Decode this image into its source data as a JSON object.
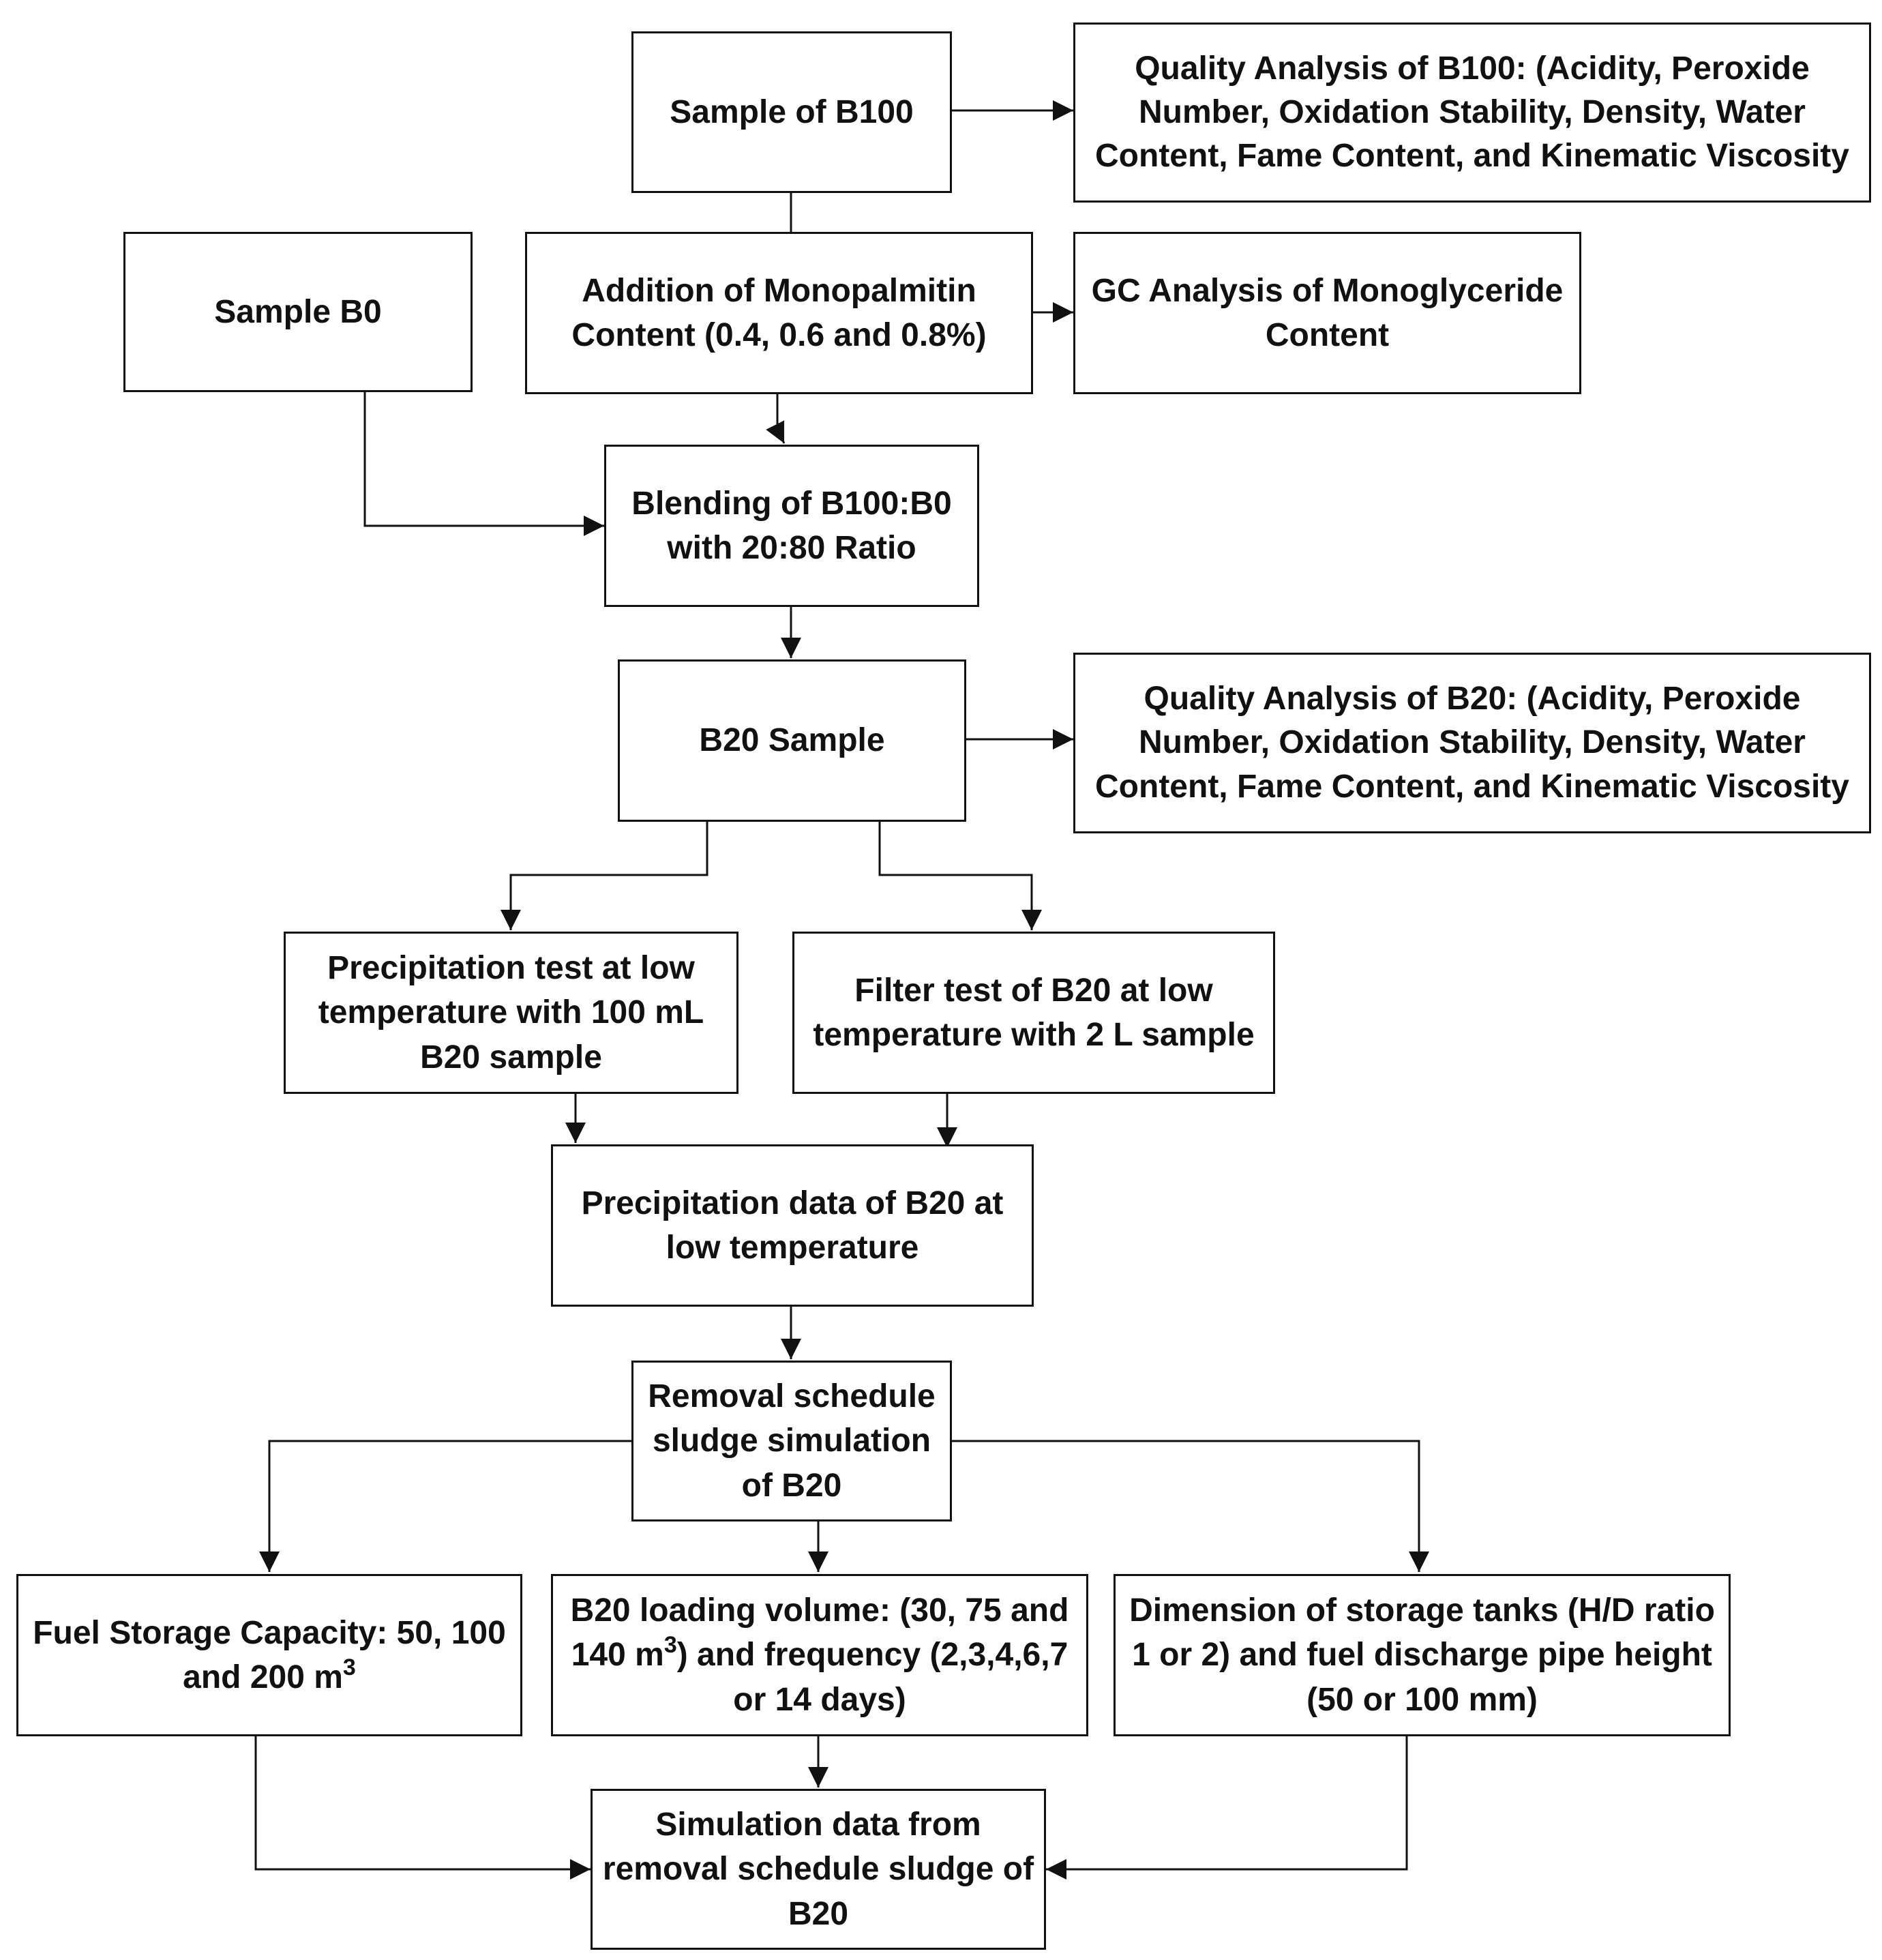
{
  "nodes": {
    "sample_b100": "Sample of B100",
    "quality_b100": "Quality Analysis of B100: (Acidity, Peroxide Number, Oxidation Stability, Density, Water Content, Fame Content, and Kinematic Viscosity",
    "sample_b0": "Sample B0",
    "addition_monopalmitin": "Addition of Monopalmitin Content (0.4, 0.6 and 0.8%)",
    "gc_analysis": "GC Analysis of Monoglyceride Content",
    "blending": "Blending of B100:B0 with 20:80 Ratio",
    "b20_sample": "B20 Sample",
    "quality_b20": "Quality Analysis of B20: (Acidity, Peroxide Number, Oxidation Stability, Density, Water Content, Fame Content, and Kinematic Viscosity",
    "precipitation_test": "Precipitation test at low temperature with 100 mL B20 sample",
    "filter_test": "Filter test of B20 at low temperature with 2 L sample",
    "precipitation_data": "Precipitation data of B20 at low temperature",
    "removal_schedule": "Removal schedule sludge simulation of B20",
    "fuel_storage": {
      "main": "Fuel Storage Capacity: 50, 100 and 200 m",
      "sup": "3"
    },
    "loading_volume": {
      "part1": "B20 loading volume: (30, 75 and 140 m",
      "sup": "3",
      "part2": ") and frequency (2,3,4,6,7 or 14 days)"
    },
    "tank_dimension": "Dimension of storage tanks (H/D ratio 1 or 2) and fuel discharge pipe height (50 or 100 mm)",
    "simulation_data": "Simulation data from removal schedule sludge of B20"
  },
  "colors": {
    "stroke": "#111111",
    "background": "#ffffff"
  }
}
